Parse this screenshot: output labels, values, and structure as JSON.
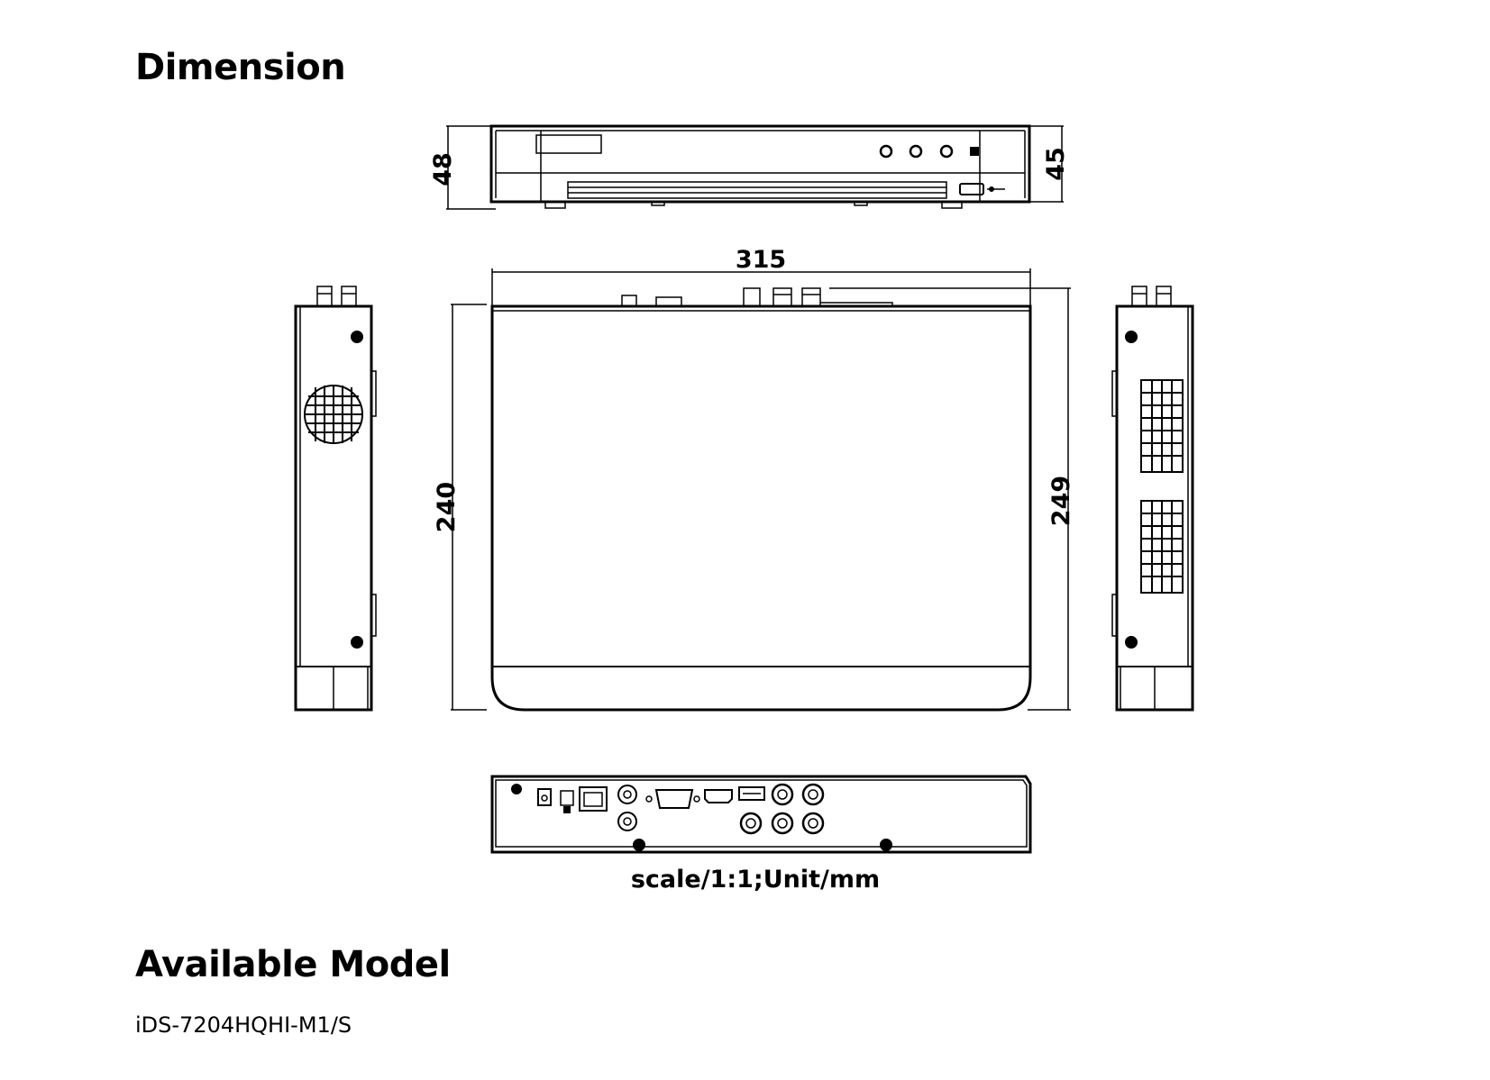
{
  "headings": {
    "dimension": "Dimension",
    "available_model": "Available Model"
  },
  "drawing": {
    "dimensions": {
      "front_height_left": "48",
      "front_height_right": "45",
      "top_width": "315",
      "top_depth_left": "240",
      "top_depth_right": "249"
    },
    "scale_note": "scale/1:1;Unit/mm"
  },
  "models": [
    "iDS-7204HQHI-M1/S"
  ]
}
